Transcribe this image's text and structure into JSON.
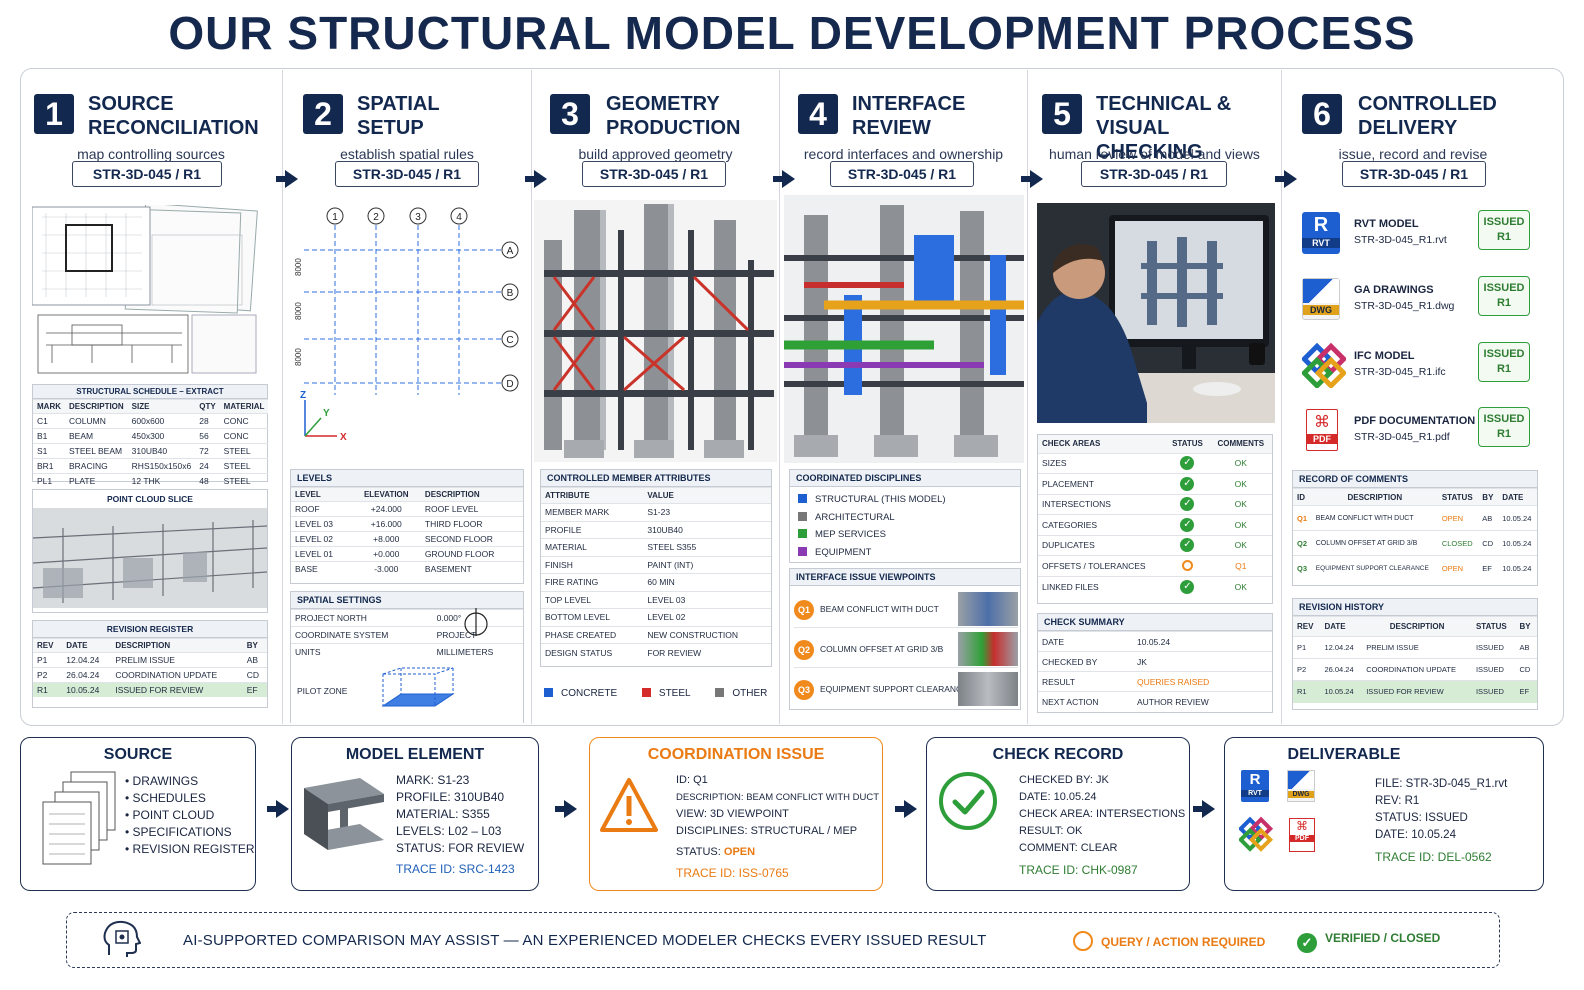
{
  "title": "OUR STRUCTURAL MODEL DEVELOPMENT PROCESS",
  "code": "STR-3D-045 / R1",
  "steps": [
    {
      "n": "1",
      "t1": "SOURCE",
      "t2": "RECONCILIATION",
      "sub": "map controlling sources"
    },
    {
      "n": "2",
      "t1": "SPATIAL",
      "t2": "SETUP",
      "sub": "establish spatial rules"
    },
    {
      "n": "3",
      "t1": "GEOMETRY",
      "t2": "PRODUCTION",
      "sub": "build approved geometry"
    },
    {
      "n": "4",
      "t1": "INTERFACE",
      "t2": "REVIEW",
      "sub": "record interfaces and ownership"
    },
    {
      "n": "5",
      "t1": "TECHNICAL & VISUAL",
      "t2": "CHECKING",
      "sub": "human review of model and views"
    },
    {
      "n": "6",
      "t1": "CONTROLLED",
      "t2": "DELIVERY",
      "sub": "issue, record and revise"
    }
  ],
  "schedule": {
    "title": "STRUCTURAL SCHEDULE – EXTRACT",
    "headers": [
      "MARK",
      "DESCRIPTION",
      "SIZE",
      "QTY",
      "MATERIAL"
    ],
    "rows": [
      [
        "C1",
        "COLUMN",
        "600x600",
        "28",
        "CONC"
      ],
      [
        "B1",
        "BEAM",
        "450x300",
        "56",
        "CONC"
      ],
      [
        "S1",
        "STEEL BEAM",
        "310UB40",
        "72",
        "STEEL"
      ],
      [
        "BR1",
        "BRACING",
        "RHS150x150x6",
        "24",
        "STEEL"
      ],
      [
        "PL1",
        "PLATE",
        "12 THK",
        "48",
        "STEEL"
      ]
    ]
  },
  "point_cloud": "POINT CLOUD SLICE",
  "revision_register": {
    "title": "REVISION REGISTER",
    "headers": [
      "REV",
      "DATE",
      "DESCRIPTION",
      "BY"
    ],
    "rows": [
      [
        "P1",
        "12.04.24",
        "PRELIM ISSUE",
        "AB"
      ],
      [
        "P2",
        "26.04.24",
        "COORDINATION UPDATE",
        "CD"
      ],
      [
        "R1",
        "10.05.24",
        "ISSUED FOR REVIEW",
        "EF"
      ]
    ]
  },
  "grid": {
    "cols": [
      "1",
      "2",
      "3",
      "4"
    ],
    "rows": [
      "A",
      "B",
      "C",
      "D"
    ],
    "dims": [
      "8000",
      "8000",
      "8000"
    ],
    "axes": [
      "Z",
      "Y",
      "X"
    ]
  },
  "levels": {
    "title": "LEVELS",
    "headers": [
      "LEVEL",
      "ELEVATION",
      "DESCRIPTION"
    ],
    "rows": [
      [
        "ROOF",
        "+24.000",
        "ROOF LEVEL"
      ],
      [
        "LEVEL 03",
        "+16.000",
        "THIRD FLOOR"
      ],
      [
        "LEVEL 02",
        "+8.000",
        "SECOND FLOOR"
      ],
      [
        "LEVEL 01",
        "+0.000",
        "GROUND FLOOR"
      ],
      [
        "BASE",
        "-3.000",
        "BASEMENT"
      ]
    ]
  },
  "spatial": {
    "title": "SPATIAL SETTINGS",
    "rows": [
      [
        "PROJECT NORTH",
        "0.000°"
      ],
      [
        "COORDINATE SYSTEM",
        "PROJECT"
      ],
      [
        "UNITS",
        "MILLIMETERS"
      ]
    ],
    "pilot": "PILOT ZONE"
  },
  "members": {
    "title": "CONTROLLED MEMBER ATTRIBUTES",
    "headers": [
      "ATTRIBUTE",
      "VALUE"
    ],
    "rows": [
      [
        "MEMBER MARK",
        "S1-23"
      ],
      [
        "PROFILE",
        "310UB40"
      ],
      [
        "MATERIAL",
        "STEEL S355"
      ],
      [
        "FINISH",
        "PAINT (INT)"
      ],
      [
        "FIRE RATING",
        "60 MIN"
      ],
      [
        "TOP LEVEL",
        "LEVEL 03"
      ],
      [
        "BOTTOM LEVEL",
        "LEVEL 02"
      ],
      [
        "PHASE CREATED",
        "NEW CONSTRUCTION"
      ],
      [
        "DESIGN STATUS",
        "FOR REVIEW"
      ]
    ]
  },
  "legend3": [
    {
      "label": "CONCRETE",
      "color": "#1d5fd0"
    },
    {
      "label": "STEEL",
      "color": "#d42a2a"
    },
    {
      "label": "OTHER",
      "color": "#777777"
    }
  ],
  "disciplines": {
    "title": "COORDINATED DISCIPLINES",
    "items": [
      {
        "label": "STRUCTURAL (THIS MODEL)",
        "color": "#1d5fd0"
      },
      {
        "label": "ARCHITECTURAL",
        "color": "#777777"
      },
      {
        "label": "MEP SERVICES",
        "color": "#2e9e3a"
      },
      {
        "label": "EQUIPMENT",
        "color": "#8a3bb3"
      }
    ]
  },
  "viewpoints": {
    "title": "INTERFACE ISSUE VIEWPOINTS",
    "items": [
      {
        "id": "Q1",
        "label": "BEAM CONFLICT WITH DUCT"
      },
      {
        "id": "Q2",
        "label": "COLUMN OFFSET AT GRID 3/B"
      },
      {
        "id": "Q3",
        "label": "EQUIPMENT SUPPORT CLEARANCE"
      }
    ]
  },
  "checks": {
    "headers": [
      "CHECK AREAS",
      "STATUS",
      "COMMENTS"
    ],
    "rows": [
      [
        "SIZES",
        "ok",
        "OK"
      ],
      [
        "PLACEMENT",
        "ok",
        "OK"
      ],
      [
        "INTERSECTIONS",
        "ok",
        "OK"
      ],
      [
        "CATEGORIES",
        "ok",
        "OK"
      ],
      [
        "DUPLICATES",
        "ok",
        "OK"
      ],
      [
        "OFFSETS / TOLERANCES",
        "open",
        "Q1"
      ],
      [
        "LINKED FILES",
        "ok",
        "OK"
      ]
    ]
  },
  "summary": {
    "title": "CHECK SUMMARY",
    "rows": [
      [
        "DATE",
        "10.05.24"
      ],
      [
        "CHECKED BY",
        "JK"
      ],
      [
        "RESULT",
        "QUERIES RAISED"
      ],
      [
        "NEXT ACTION",
        "AUTHOR REVIEW"
      ]
    ]
  },
  "deliverables": [
    {
      "icon": "RVT",
      "name": "RVT MODEL",
      "file": "STR-3D-045_R1.rvt",
      "color": "#1d5fd0"
    },
    {
      "icon": "DWG",
      "name": "GA DRAWINGS",
      "file": "STR-3D-045_R1.dwg",
      "color": "#e0a21a"
    },
    {
      "icon": "IFC",
      "name": "IFC MODEL",
      "file": "STR-3D-045_R1.ifc",
      "color": "#c8306a"
    },
    {
      "icon": "PDF",
      "name": "PDF DOCUMENTATION",
      "file": "STR-3D-045_R1.pdf",
      "color": "#d42a2a"
    }
  ],
  "issued": [
    "ISSUED",
    "R1"
  ],
  "comments": {
    "title": "RECORD OF COMMENTS",
    "headers": [
      "ID",
      "DESCRIPTION",
      "STATUS",
      "BY",
      "DATE"
    ],
    "rows": [
      [
        "Q1",
        "BEAM CONFLICT WITH DUCT",
        "OPEN",
        "AB",
        "10.05.24"
      ],
      [
        "Q2",
        "COLUMN OFFSET AT GRID 3/B",
        "CLOSED",
        "CD",
        "10.05.24"
      ],
      [
        "Q3",
        "EQUIPMENT SUPPORT CLEARANCE",
        "OPEN",
        "EF",
        "10.05.24"
      ]
    ]
  },
  "history": {
    "title": "REVISION HISTORY",
    "headers": [
      "REV",
      "DATE",
      "DESCRIPTION",
      "STATUS",
      "BY"
    ],
    "rows": [
      [
        "P1",
        "12.04.24",
        "PRELIM ISSUE",
        "ISSUED",
        "AB"
      ],
      [
        "P2",
        "26.04.24",
        "COORDINATION UPDATE",
        "ISSUED",
        "CD"
      ],
      [
        "R1",
        "10.05.24",
        "ISSUED FOR REVIEW",
        "ISSUED",
        "EF"
      ]
    ]
  },
  "cards": {
    "source": {
      "title": "SOURCE",
      "items": [
        "• DRAWINGS",
        "• SCHEDULES",
        "• POINT CLOUD",
        "• SPECIFICATIONS",
        "• REVISION REGISTER"
      ]
    },
    "element": {
      "title": "MODEL ELEMENT",
      "lines": [
        "MARK:  S1-23",
        "PROFILE:  310UB40",
        "MATERIAL:  S355",
        "LEVELS:  L02 – L03",
        "STATUS:  FOR REVIEW"
      ],
      "trace": "TRACE ID: SRC-1423"
    },
    "issue": {
      "title": "COORDINATION ISSUE",
      "lines": [
        "ID:  Q1",
        "DESCRIPTION:  BEAM CONFLICT WITH DUCT",
        "VIEW:  3D VIEWPOINT",
        "DISCIPLINES:  STRUCTURAL / MEP"
      ],
      "status_label": "STATUS:",
      "status": "OPEN",
      "trace": "TRACE ID: ISS-0765"
    },
    "record": {
      "title": "CHECK RECORD",
      "lines": [
        "CHECKED BY:  JK",
        "DATE:  10.05.24",
        "CHECK AREA:  INTERSECTIONS",
        "RESULT:  OK",
        "COMMENT:  CLEAR"
      ],
      "trace": "TRACE ID: CHK-0987"
    },
    "deliverable": {
      "title": "DELIVERABLE",
      "lines": [
        "FILE:   STR-3D-045_R1.rvt",
        "REV:   R1",
        "STATUS:  ISSUED",
        "DATE:  10.05.24"
      ],
      "trace": "TRACE ID: DEL-0562"
    }
  },
  "footer": {
    "text": "AI-SUPPORTED COMPARISON MAY ASSIST — AN EXPERIENCED MODELER CHECKS EVERY ISSUED RESULT",
    "query": "QUERY / ACTION REQUIRED",
    "verified": "VERIFIED / CLOSED"
  }
}
